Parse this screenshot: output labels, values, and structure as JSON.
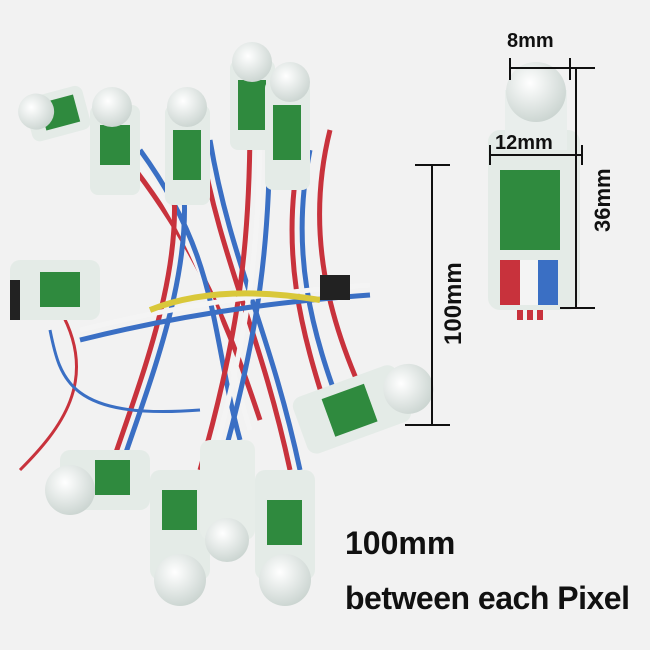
{
  "product": {
    "colors": {
      "wire_red": "#c8323c",
      "wire_blue": "#3a6fc4",
      "wire_white": "#f4f4f4",
      "pcb_green": "#2f8a3e",
      "led_body": "#e6ece8"
    }
  },
  "dimensions": {
    "led_diameter": "8mm",
    "body_diameter": "12mm",
    "length": "36mm",
    "wire_length": "100mm"
  },
  "caption": {
    "spacing": "100mm",
    "text": "between each Pixel"
  }
}
